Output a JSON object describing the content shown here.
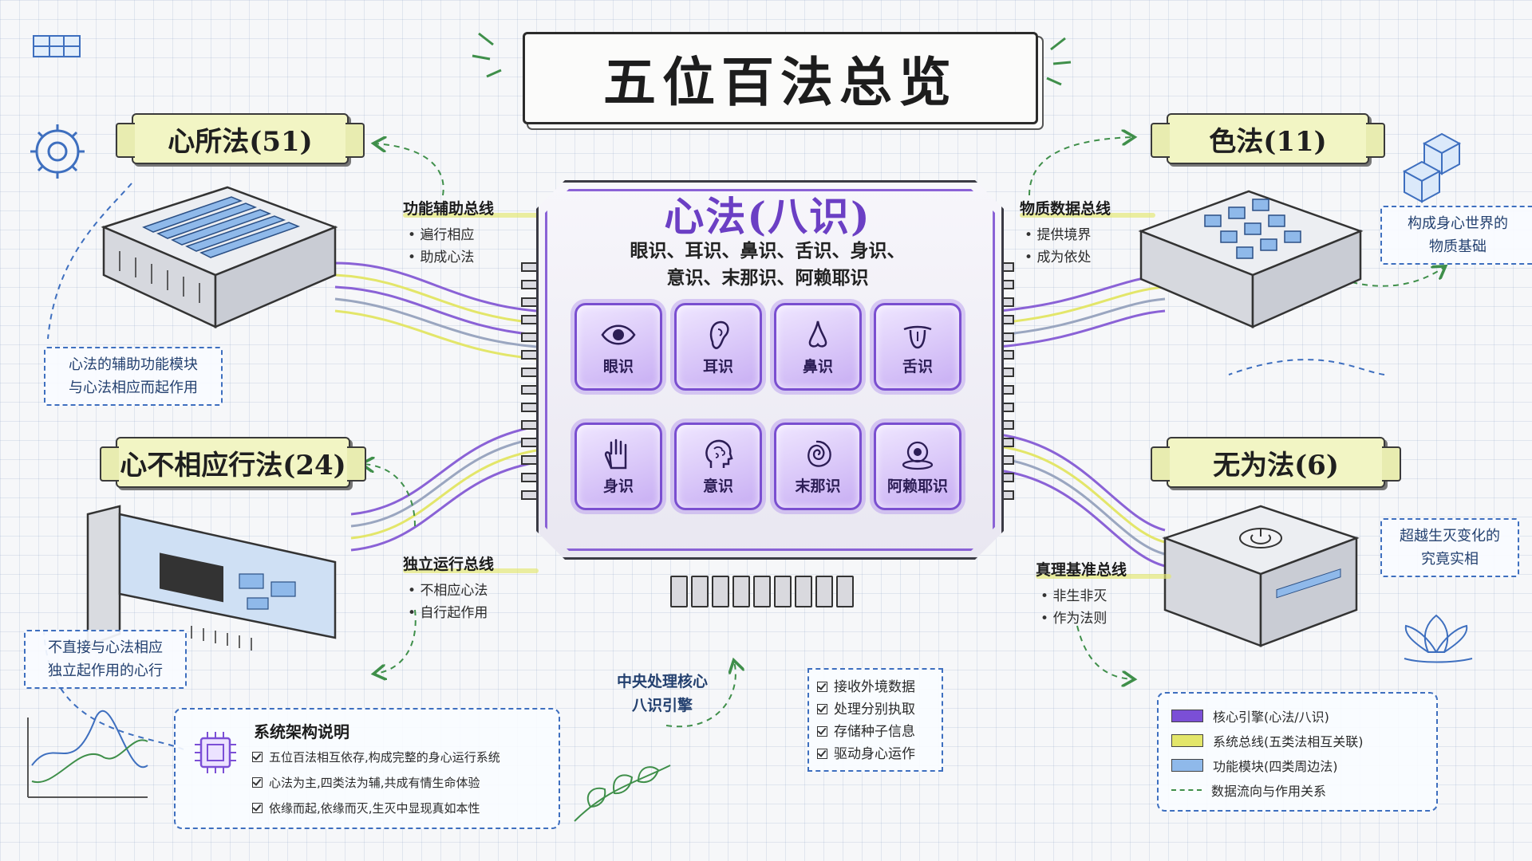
{
  "title": "五位百法总览",
  "center": {
    "title": "心法(八识)",
    "subtitle_line1": "眼识、耳识、鼻识、舌识、身识、",
    "subtitle_line2": "意识、末那识、阿赖耶识",
    "cells": [
      {
        "label": "眼识",
        "icon": "eye-icon"
      },
      {
        "label": "耳识",
        "icon": "ear-icon"
      },
      {
        "label": "鼻识",
        "icon": "nose-icon"
      },
      {
        "label": "舌识",
        "icon": "tongue-icon"
      },
      {
        "label": "身识",
        "icon": "hand-icon"
      },
      {
        "label": "意识",
        "icon": "brain-head-icon"
      },
      {
        "label": "末那识",
        "icon": "spiral-icon"
      },
      {
        "label": "阿赖耶识",
        "icon": "seed-store-icon"
      }
    ]
  },
  "categories": {
    "xinsuo": {
      "label": "心所法(51)"
    },
    "se": {
      "label": "色法(11)"
    },
    "buxiangying": {
      "label": "心不相应行法(24)"
    },
    "wuwei": {
      "label": "无为法(6)"
    }
  },
  "buses": {
    "functional": {
      "title": "功能辅助总线",
      "items": [
        "遍行相应",
        "助成心法"
      ]
    },
    "material": {
      "title": "物质数据总线",
      "items": [
        "提供境界",
        "成为依处"
      ]
    },
    "independent": {
      "title": "独立运行总线",
      "items": [
        "不相应心法",
        "自行起作用"
      ]
    },
    "truth": {
      "title": "真理基准总线",
      "items": [
        "非生非灭",
        "作为法则"
      ]
    }
  },
  "notes": {
    "xinsuo_line1": "心法的辅助功能模块",
    "xinsuo_line2": "与心法相应而起作用",
    "se_line1": "构成身心世界的",
    "se_line2": "物质基础",
    "buxiangying_line1": "不直接与心法相应",
    "buxiangying_line2": "独立起作用的心行",
    "wuwei_line1": "超越生灭变化的",
    "wuwei_line2": "究竟实相"
  },
  "cpu_note": {
    "line1": "中央处理核心",
    "line2": "八识引擎"
  },
  "functions": [
    "接收外境数据",
    "处理分别执取",
    "存储种子信息",
    "驱动身心运作"
  ],
  "system": {
    "title": "系统架构说明",
    "items": [
      "五位百法相互依存,构成完整的身心运行系统",
      "心法为主,四类法为辅,共成有情生命体验",
      "依缘而起,依缘而灭,生灭中显现真如本性"
    ]
  },
  "legend": [
    {
      "label": "核心引擎(心法/八识)",
      "color": "#7b4fd6",
      "style": "fill"
    },
    {
      "label": "系统总线(五类法相互关联)",
      "color": "#e3e66a",
      "style": "fill"
    },
    {
      "label": "功能模块(四类周边法)",
      "color": "#8fb9ea",
      "style": "fill"
    },
    {
      "label": "数据流向与作用关系",
      "color": "#3f8f4a",
      "style": "dash"
    }
  ],
  "colors": {
    "purple": "#7b4fd6",
    "bus_yellow": "#e3e66a",
    "module_blue": "#8fb9ea",
    "flow_green": "#3f8f4a",
    "note_blue": "#3e6fbf"
  }
}
